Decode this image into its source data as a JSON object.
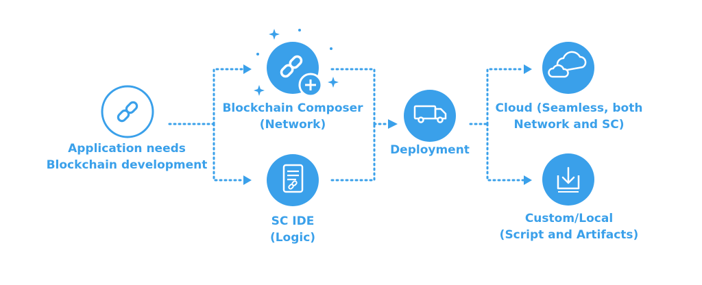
{
  "colors": {
    "accent": "#3aa0ea",
    "background": "#ffffff"
  },
  "nodes": {
    "application": {
      "icon": "link-icon",
      "lines": [
        "Application needs",
        "Blockchain development"
      ]
    },
    "composer": {
      "icon": "link-plus-icon",
      "lines": [
        "Blockchain Composer",
        "(Network)"
      ]
    },
    "sc_ide": {
      "icon": "document-link-icon",
      "lines": [
        "SC IDE",
        "(Logic)"
      ]
    },
    "deployment": {
      "icon": "truck-icon",
      "lines": [
        "Deployment"
      ]
    },
    "cloud": {
      "icon": "cloud-icon",
      "lines": [
        "Cloud (Seamless, both",
        "Network and SC)"
      ]
    },
    "custom": {
      "icon": "download-tray-icon",
      "lines": [
        "Custom/Local",
        "(Script and Artifacts)"
      ]
    }
  }
}
